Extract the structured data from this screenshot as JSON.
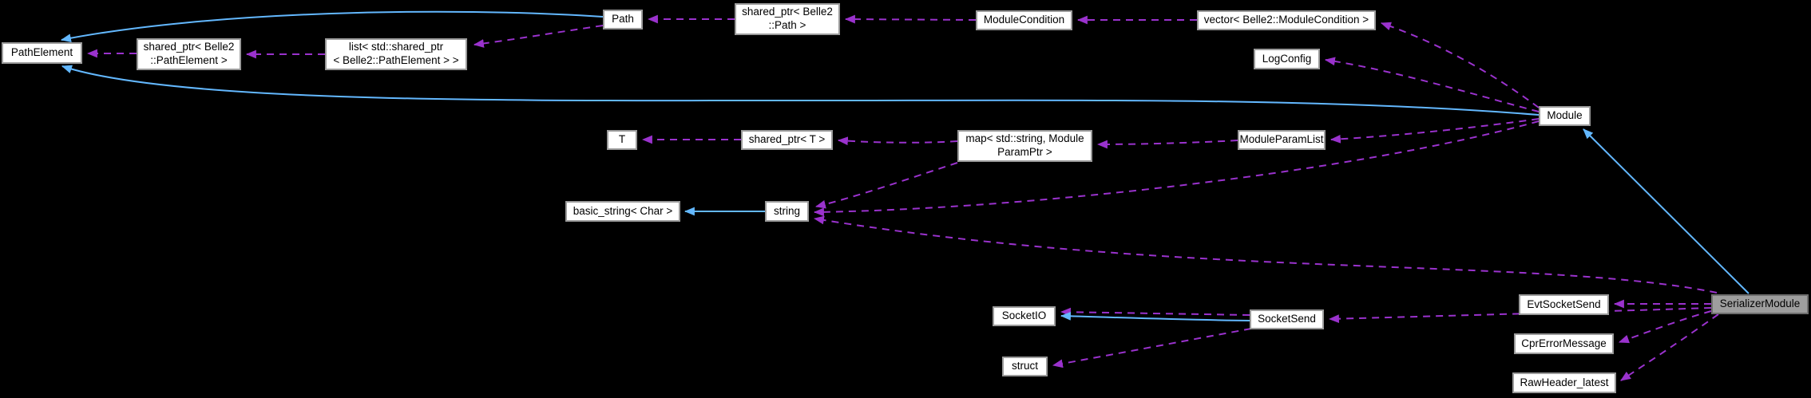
{
  "diagram": {
    "type": "collaboration-graph",
    "colors": {
      "background": "#000000",
      "usage": "#9a32cd",
      "inherit": "#63b8ff",
      "node_fill": "#ffffff",
      "node_border": "#9b9b9b",
      "sel_fill": "#9e9e9e",
      "sel_border": "#6e6e6e",
      "text": "#000000"
    },
    "nodes": [
      {
        "id": "pathelement",
        "label": "PathElement"
      },
      {
        "id": "shared-ptr-pathelement",
        "label": "shared_ptr< Belle2\n::PathElement >"
      },
      {
        "id": "list-shared-ptr-pathelement",
        "label": "list< std::shared_ptr\n< Belle2::PathElement > >"
      },
      {
        "id": "path",
        "label": "Path"
      },
      {
        "id": "shared-ptr-path",
        "label": "shared_ptr< Belle2\n::Path >"
      },
      {
        "id": "modulecondition",
        "label": "ModuleCondition"
      },
      {
        "id": "vector-modulecondition",
        "label": "vector< Belle2::ModuleCondition >"
      },
      {
        "id": "logconfig",
        "label": "LogConfig"
      },
      {
        "id": "module",
        "label": "Module"
      },
      {
        "id": "t",
        "label": "T"
      },
      {
        "id": "shared-ptr-t",
        "label": "shared_ptr< T >"
      },
      {
        "id": "map-string-moduleparamptr",
        "label": "map< std::string, Module\nParamPtr >"
      },
      {
        "id": "moduleparamlist",
        "label": "ModuleParamList"
      },
      {
        "id": "basic-string-char",
        "label": "basic_string< Char >"
      },
      {
        "id": "string",
        "label": "string"
      },
      {
        "id": "socketio",
        "label": "SocketIO"
      },
      {
        "id": "socketsend",
        "label": "SocketSend"
      },
      {
        "id": "struct",
        "label": "struct"
      },
      {
        "id": "evtsocketsend",
        "label": "EvtSocketSend"
      },
      {
        "id": "cprerrormessage",
        "label": "CprErrorMessage"
      },
      {
        "id": "rawheader-latest",
        "label": "RawHeader_latest"
      },
      {
        "id": "serializermodule",
        "label": "SerializerModule",
        "highlighted": true
      }
    ],
    "edges": [
      {
        "from": "shared-ptr-pathelement",
        "to": "pathelement",
        "type": "usage"
      },
      {
        "from": "list-shared-ptr-pathelement",
        "to": "shared-ptr-pathelement",
        "type": "usage"
      },
      {
        "from": "path",
        "to": "list-shared-ptr-pathelement",
        "type": "usage"
      },
      {
        "from": "shared-ptr-path",
        "to": "path",
        "type": "usage"
      },
      {
        "from": "modulecondition",
        "to": "shared-ptr-path",
        "type": "usage"
      },
      {
        "from": "vector-modulecondition",
        "to": "modulecondition",
        "type": "usage"
      },
      {
        "from": "module",
        "to": "vector-modulecondition",
        "type": "usage"
      },
      {
        "from": "module",
        "to": "logconfig",
        "type": "usage"
      },
      {
        "from": "module",
        "to": "moduleparamlist",
        "type": "usage"
      },
      {
        "from": "module",
        "to": "string",
        "type": "usage"
      },
      {
        "from": "moduleparamlist",
        "to": "map-string-moduleparamptr",
        "type": "usage"
      },
      {
        "from": "map-string-moduleparamptr",
        "to": "shared-ptr-t",
        "type": "usage"
      },
      {
        "from": "map-string-moduleparamptr",
        "to": "string",
        "type": "usage"
      },
      {
        "from": "shared-ptr-t",
        "to": "t",
        "type": "usage"
      },
      {
        "from": "serializermodule",
        "to": "string",
        "type": "usage"
      },
      {
        "from": "serializermodule",
        "to": "evtsocketsend",
        "type": "usage"
      },
      {
        "from": "serializermodule",
        "to": "cprerrormessage",
        "type": "usage"
      },
      {
        "from": "serializermodule",
        "to": "rawheader-latest",
        "type": "usage"
      },
      {
        "from": "serializermodule",
        "to": "socketsend",
        "type": "usage"
      },
      {
        "from": "socketsend",
        "to": "socketio",
        "type": "usage"
      },
      {
        "from": "socketsend",
        "to": "struct",
        "type": "usage"
      },
      {
        "from": "path",
        "to": "pathelement",
        "type": "inheritance"
      },
      {
        "from": "module",
        "to": "pathelement",
        "type": "inheritance"
      },
      {
        "from": "serializermodule",
        "to": "module",
        "type": "inheritance"
      },
      {
        "from": "string",
        "to": "basic-string-char",
        "type": "inheritance"
      },
      {
        "from": "socketsend",
        "to": "socketio",
        "type": "inheritance"
      }
    ]
  }
}
